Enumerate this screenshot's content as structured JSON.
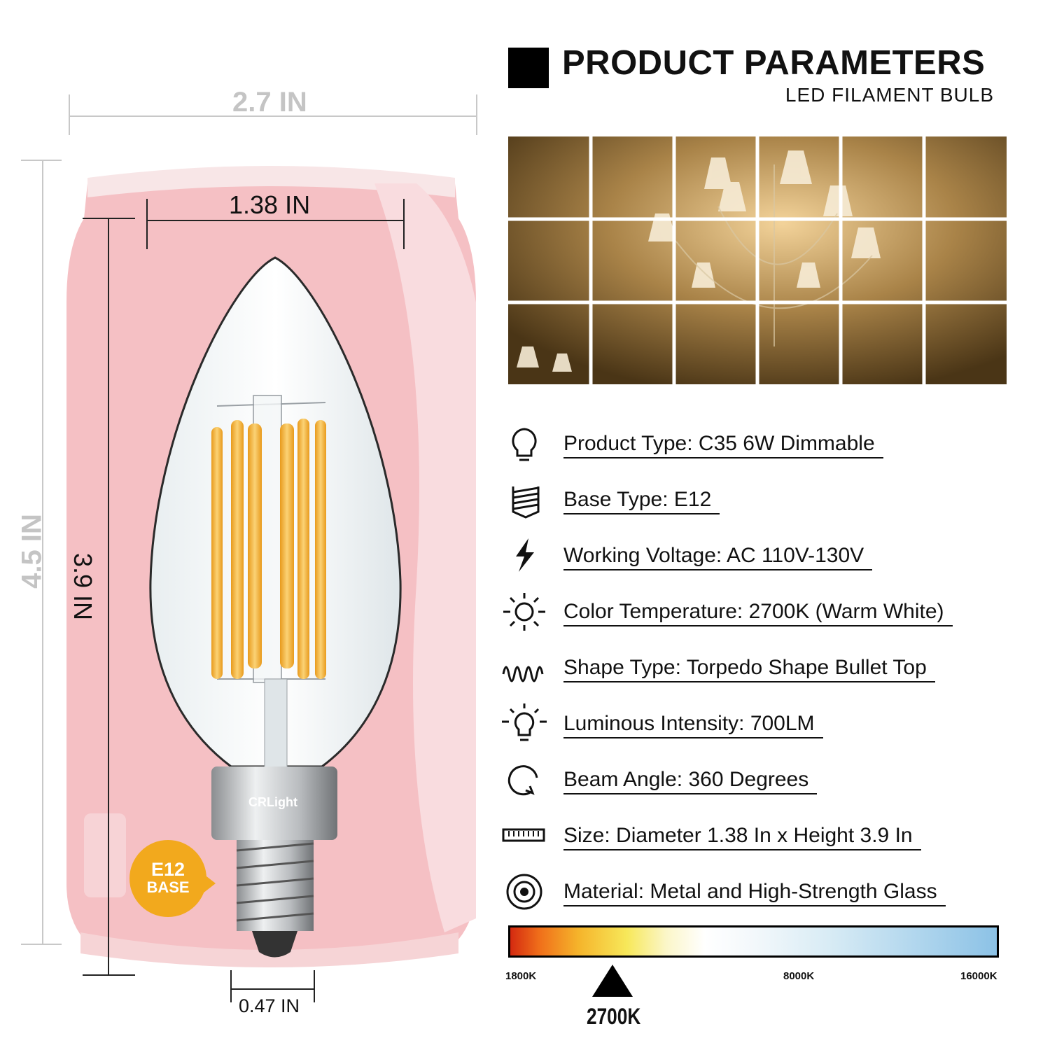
{
  "header": {
    "title": "PRODUCT PARAMETERS",
    "subtitle": "LED FILAMENT BULB"
  },
  "dimensions": {
    "can_width": "2.7 IN",
    "can_height": "4.5 IN",
    "bulb_diameter": "1.38 IN",
    "bulb_height": "3.9 IN",
    "base_width": "0.47 IN"
  },
  "bulb": {
    "brand": "CRLight",
    "badge_line1": "E12",
    "badge_line2": "BASE"
  },
  "specs": [
    {
      "icon": "bulb-icon",
      "key": "Product Type",
      "value": "C35 6W Dimmable"
    },
    {
      "icon": "screw-base-icon",
      "key": "Base Type",
      "value": "E12"
    },
    {
      "icon": "lightning-icon",
      "key": "Working Voltage",
      "value": "AC 110V-130V"
    },
    {
      "icon": "sun-icon",
      "key": "Color Temperature",
      "value": "2700K (Warm White)"
    },
    {
      "icon": "filament-icon",
      "key": "Shape Type",
      "value": "Torpedo Shape Bullet Top"
    },
    {
      "icon": "bright-bulb-icon",
      "key": "Luminous Intensity",
      "value": "700LM"
    },
    {
      "icon": "rotate-icon",
      "key": "Beam Angle",
      "value": "360 Degrees"
    },
    {
      "icon": "ruler-icon",
      "key": "Size",
      "value": "Diameter 1.38 In x Height 3.9 In"
    },
    {
      "icon": "target-icon",
      "key": "Material",
      "value": "Metal and High-Strength Glass"
    }
  ],
  "color_scale": {
    "min_label": "1800K",
    "mid_label": "8000K",
    "max_label": "16000K",
    "current_label": "2700K"
  },
  "colors": {
    "badge": "#f2a91d",
    "can": "#f3b6bb",
    "filament": "#f5b43a"
  }
}
